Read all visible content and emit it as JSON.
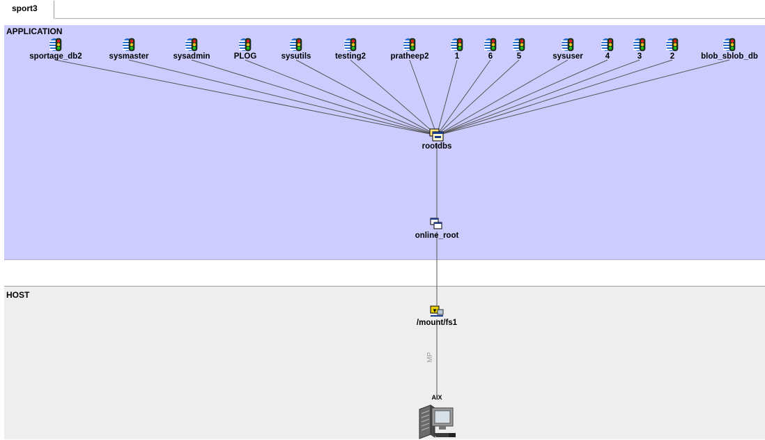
{
  "tab": {
    "label": "sport3"
  },
  "lanes": {
    "application": "APPLICATION",
    "host": "HOST"
  },
  "databases": [
    "sportage_db2",
    "sysmaster",
    "sysadmin",
    "PLOG",
    "sysutils",
    "testing2",
    "pratheep2",
    "1",
    "6",
    "5",
    "sysuser",
    "4",
    "3",
    "2",
    "blob_sblob_db"
  ],
  "nodes": {
    "rootdbs": "rootdbs",
    "online_root": "online_root",
    "mount": "/mount/fs1",
    "host_os": "AIX"
  },
  "edge_labels": {
    "mp": "MP"
  }
}
